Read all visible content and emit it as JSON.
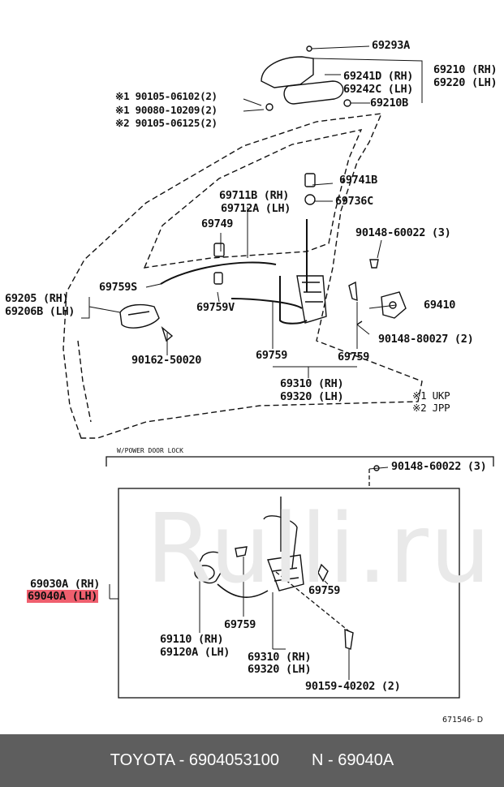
{
  "labels": {
    "p69293A": "69293A",
    "p69210": "69210 (RH)",
    "p69220": "69220 (LH)",
    "p69241D": "69241D (RH)",
    "p69242C": "69242C (LH)",
    "p69210B": "69210B",
    "bolt1": "※1 90105-06102(2)",
    "bolt2": "※1 90080-10209(2)",
    "bolt3": "※2 90105-06125(2)",
    "p69741B": "69741B",
    "p69736C": "69736C",
    "p69711B": "69711B (RH)",
    "p69712A": "69712A (LH)",
    "p69749": "69749",
    "screw_60022": "90148-60022 (3)",
    "p69205": "69205  (RH)",
    "p69206B": "69206B (LH)",
    "p69759S": "69759S",
    "p69759V": "69759V",
    "p69410": "69410",
    "screw_80027": "90148-80027 (2)",
    "screw_50020": "90162-50020",
    "p69759a": "69759",
    "p69759b": "69759",
    "p69310": "69310 (RH)",
    "p69320": "69320 (LH)",
    "note_ukp": "※1  UKP",
    "note_jpp": "※2  JPP",
    "power_lock_title": "W/POWER DOOR LOCK",
    "pl_screw_60022": "90148-60022 (3)",
    "pl_69030A": "69030A (RH)",
    "pl_69040A": "69040A (LH)",
    "pl_69759a": "69759",
    "pl_69759b": "69759",
    "pl_69110": "69110  (RH)",
    "pl_69120A": "69120A (LH)",
    "pl_69310": "69310 (RH)",
    "pl_69320": "69320 (LH)",
    "pl_screw_40202": "90159-40202 (2)",
    "diagram_ref": "671546- D"
  },
  "highlight_color": "#ef5f6e",
  "watermark": "Rulli.ru",
  "footer": {
    "brand_part": "TOYOTA - 6904053100",
    "code": "N - 69040A"
  }
}
